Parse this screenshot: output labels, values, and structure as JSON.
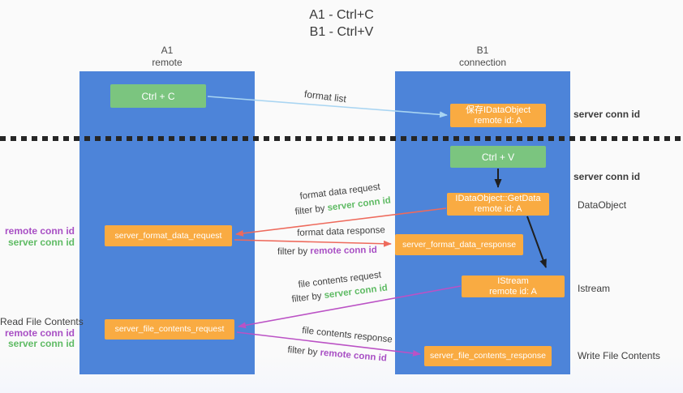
{
  "title": {
    "line1": "A1 - Ctrl+C",
    "line2": "B1 - Ctrl+V"
  },
  "lanes": {
    "a1": {
      "name": "A1",
      "role": "remote"
    },
    "b1": {
      "name": "B1",
      "role": "connection"
    }
  },
  "nodes": {
    "ctrl_c": {
      "label": "Ctrl + C"
    },
    "ctrl_v": {
      "label": "Ctrl + V"
    },
    "save_dataobject": {
      "line1": "保存IDataObject",
      "line2": "remote id: A"
    },
    "getdata": {
      "line1": "IDataObject::GetData",
      "line2": "remote id: A"
    },
    "istream": {
      "line1": "IStream",
      "line2": "remote id: A"
    },
    "format_request": {
      "label": "server_format_data_request"
    },
    "format_response": {
      "label": "server_format_data_response"
    },
    "file_request": {
      "label": "server_file_contents_request"
    },
    "file_response": {
      "label": "server_file_contents_response"
    }
  },
  "edge_labels": {
    "format_list": "format list",
    "format_data_request": "format data request",
    "format_data_response": "format data response",
    "file_contents_request": "file contents request",
    "file_contents_response": "file contents response",
    "filter_by": "filter by",
    "server_conn_id": "server conn id",
    "remote_conn_id": "remote conn id"
  },
  "side_labels": {
    "server_conn_id_top": "server conn id",
    "server_conn_id_mid": "server conn id",
    "dataobject": "DataObject",
    "istream": "Istream",
    "write_file_contents": "Write File Contents",
    "read_file_contents": "Read File Contents",
    "remote_conn_id": "remote conn id",
    "server_conn_id": "server conn id"
  },
  "colors": {
    "lane_blue": "#4d84d9",
    "green_box": "#7bc57f",
    "orange_box": "#f9ab42",
    "green_text": "#5fbb64",
    "purple_text": "#a84fc4",
    "red_arrow": "#ee6a5c",
    "purple_arrow": "#bb52c5",
    "light_blue_arrow": "#a9d5f2",
    "black_arrow": "#1f1f1f"
  }
}
